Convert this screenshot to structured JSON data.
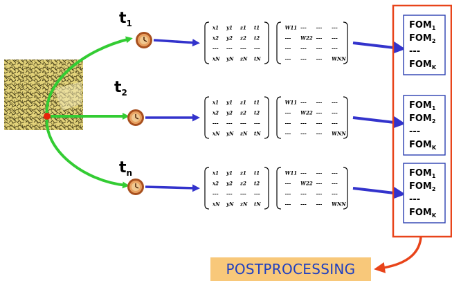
{
  "time_steps": [
    {
      "letter": "t",
      "subscript": "1"
    },
    {
      "letter": "t",
      "subscript": "2"
    },
    {
      "letter": "t",
      "subscript": "n"
    }
  ],
  "matrix_x": {
    "rows": [
      [
        "x1",
        "y1",
        "z1",
        "t1"
      ],
      [
        "x2",
        "y2",
        "z2",
        "t2"
      ],
      [
        "---",
        "---",
        "---",
        "---"
      ],
      [
        "xN",
        "yN",
        "zN",
        "tN"
      ]
    ]
  },
  "matrix_w": {
    "rows": [
      [
        "W11",
        "---",
        "---",
        "---"
      ],
      [
        "---",
        "W22",
        "---",
        "---"
      ],
      [
        "---",
        "---",
        "---",
        "---"
      ],
      [
        "---",
        "---",
        "---",
        "WNN"
      ]
    ]
  },
  "fom_lists": [
    {
      "items": [
        {
          "text": "FOM",
          "sub": "1"
        },
        {
          "text": "FOM",
          "sub": "2"
        },
        {
          "text": "---",
          "sub": ""
        },
        {
          "text": "FOM",
          "sub": "K"
        }
      ]
    },
    {
      "items": [
        {
          "text": "FOM",
          "sub": "1"
        },
        {
          "text": "FOM",
          "sub": "2"
        },
        {
          "text": "---",
          "sub": ""
        },
        {
          "text": "FOM",
          "sub": "K"
        }
      ]
    },
    {
      "items": [
        {
          "text": "FOM",
          "sub": "1"
        },
        {
          "text": "FOM",
          "sub": "2"
        },
        {
          "text": "---",
          "sub": ""
        },
        {
          "text": "FOM",
          "sub": "K"
        }
      ]
    }
  ],
  "postprocessing": {
    "label": "POSTPROCESSING"
  },
  "colors": {
    "green_arrow": "#33cc33",
    "blue_arrow": "#3333cc",
    "red_frame": "#e8441a",
    "fom_border": "#2a3fb0",
    "post_bg": "#f8c87a",
    "post_text": "#1f3fc0",
    "source_dot": "#e8220a"
  }
}
